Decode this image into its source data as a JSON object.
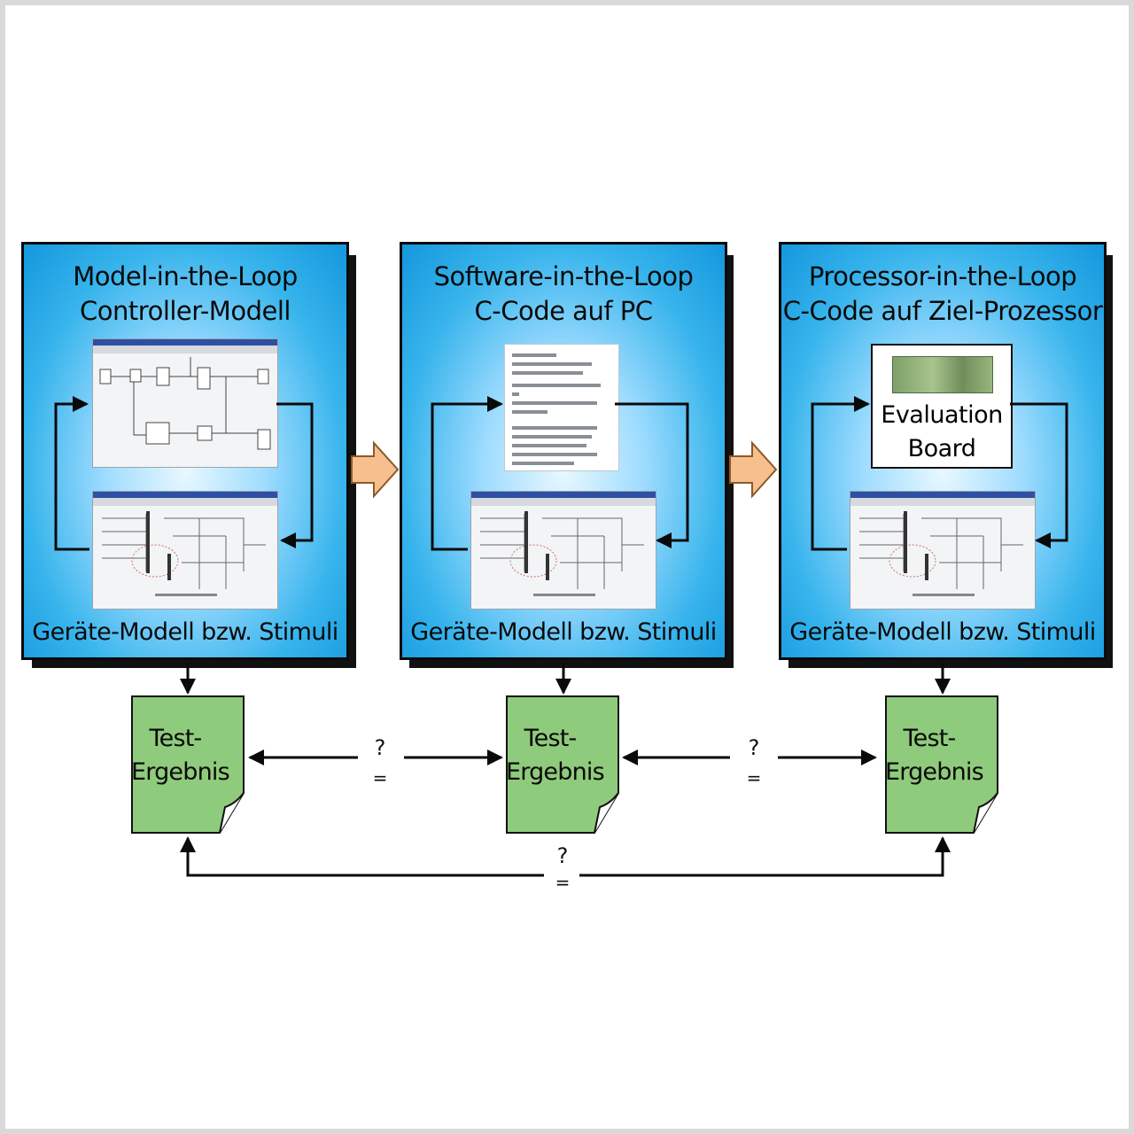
{
  "panels": [
    {
      "title_line1": "Model-in-the-Loop",
      "title_line2": "Controller-Modell",
      "footer": "Geräte-Modell bzw. Stimuli"
    },
    {
      "title_line1": "Software-in-the-Loop",
      "title_line2": "C-Code auf PC",
      "footer": "Geräte-Modell bzw. Stimuli"
    },
    {
      "title_line1": "Processor-in-the-Loop",
      "title_line2": "C-Code auf Ziel-Prozessor",
      "footer": "Geräte-Modell bzw. Stimuli",
      "eval_line1": "Evaluation",
      "eval_line2": "Board"
    }
  ],
  "results": [
    {
      "line1": "Test-",
      "line2": "Ergebnis"
    },
    {
      "line1": "Test-",
      "line2": "Ergebnis"
    },
    {
      "line1": "Test-",
      "line2": "Ergebnis"
    }
  ],
  "comparisons": [
    {
      "question": "?",
      "equals": "="
    },
    {
      "question": "?",
      "equals": "="
    },
    {
      "question": "?",
      "equals": "="
    }
  ],
  "colors": {
    "panel_blue": "#1497dd",
    "result_green": "#8fcb7c",
    "transition_arrow": "#f7bf8e"
  }
}
